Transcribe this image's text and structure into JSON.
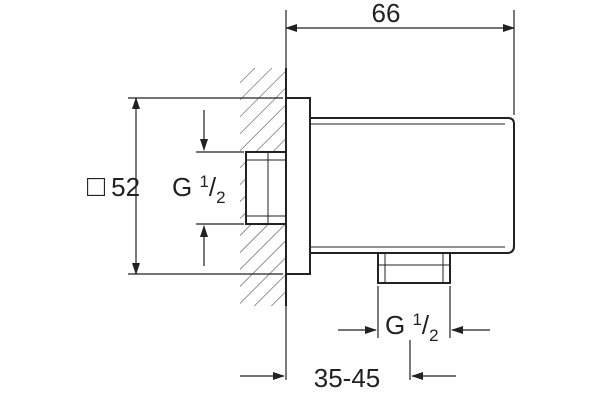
{
  "drawing": {
    "overall_width_label": "66",
    "square_symbol": "□",
    "square_size_value": "52",
    "thread_left_label": "G ",
    "thread_left_numerator": "1",
    "thread_left_slash": "/",
    "thread_left_denominator": "2",
    "thread_bottom_label": "G ",
    "thread_bottom_numerator": "1",
    "thread_bottom_slash": "/",
    "thread_bottom_denominator": "2",
    "projection_range_label": "35-45"
  }
}
